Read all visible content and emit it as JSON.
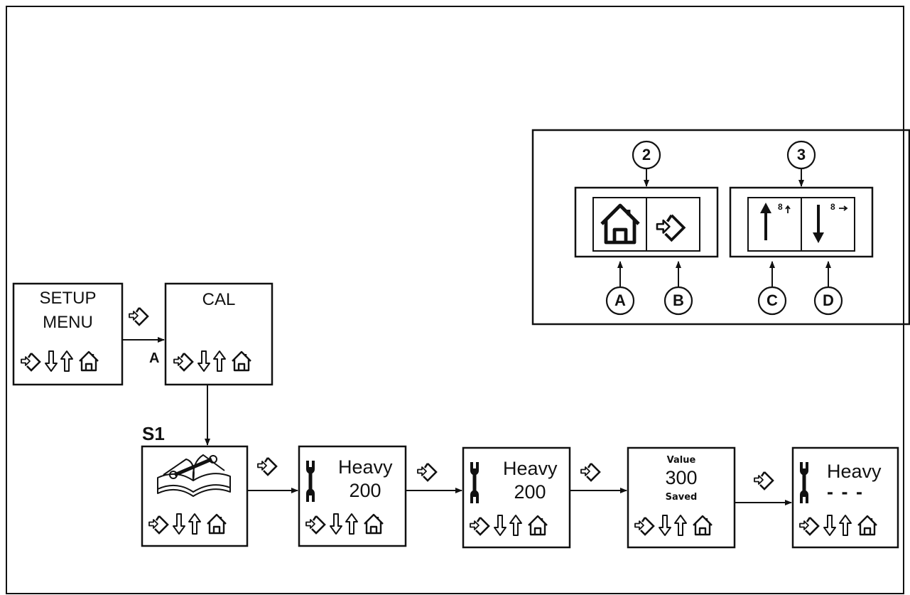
{
  "screens": {
    "setup_menu": {
      "line1": "SETUP",
      "line2": "MENU"
    },
    "cal": {
      "title": "CAL",
      "arrow_label": "A"
    },
    "step_label": "S1",
    "heavy_1": {
      "label": "Heavy",
      "value": "200"
    },
    "heavy_2": {
      "label": "Heavy",
      "value": "200"
    },
    "saved": {
      "top": "Value",
      "value": "300",
      "bottom": "Saved"
    },
    "heavy_3": {
      "label": "Heavy",
      "value": "- - -"
    }
  },
  "legend": {
    "callout_2": "2",
    "callout_3": "3",
    "key_a": "A",
    "key_b": "B",
    "key_c": "C",
    "key_d": "D",
    "up_sup": "8",
    "down_sup": "8"
  },
  "icons": [
    "enter-icon",
    "down-arrow-icon",
    "up-arrow-icon",
    "home-icon",
    "wrench-icon",
    "manual-book-icon"
  ]
}
